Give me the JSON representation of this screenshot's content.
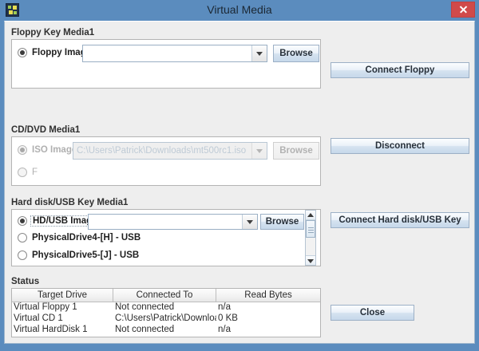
{
  "window": {
    "title": "Virtual Media",
    "icon": "app-icon",
    "close_label": "x",
    "accent": "#5b8cbe",
    "close_color": "#d04a4a",
    "client_bg": "#eeeeee"
  },
  "floppy": {
    "group_label": "Floppy Key Media1",
    "radio_label": "Floppy Image",
    "radio_checked": true,
    "combo_value": "",
    "combo_placeholder": "",
    "browse_label": "Browse",
    "action_label": "Connect Floppy"
  },
  "cddvd": {
    "group_label": "CD/DVD Media1",
    "radio_label": "ISO Image",
    "radio_checked": true,
    "disabled": true,
    "combo_value": "C:\\Users\\Patrick\\Downloads\\mt500rc1.iso",
    "drive_label": "F",
    "drive_checked": false,
    "browse_label": "Browse",
    "action_label": "Disconnect"
  },
  "harddisk": {
    "group_label": "Hard disk/USB Key Media1",
    "radio_label": "HD/USB Image",
    "radio_checked": true,
    "combo_value": "",
    "browse_label": "Browse",
    "action_label": "Connect Hard disk/USB Key",
    "drives": [
      {
        "label": "PhysicalDrive4-[H] - USB",
        "checked": false
      },
      {
        "label": "PhysicalDrive5-[J] - USB",
        "checked": false
      }
    ],
    "scrollbar": {
      "up": "scroll-up-arrow",
      "down": "scroll-down-arrow"
    }
  },
  "status": {
    "group_label": "Status",
    "columns": [
      "Target Drive",
      "Connected To",
      "Read Bytes"
    ],
    "rows": [
      [
        "Virtual Floppy 1",
        "Not connected",
        "n/a"
      ],
      [
        "Virtual CD 1",
        "C:\\Users\\Patrick\\Downloa...",
        "0 KB"
      ],
      [
        "Virtual HardDisk 1",
        "Not connected",
        "n/a"
      ]
    ]
  },
  "footer": {
    "close_label": "Close"
  }
}
